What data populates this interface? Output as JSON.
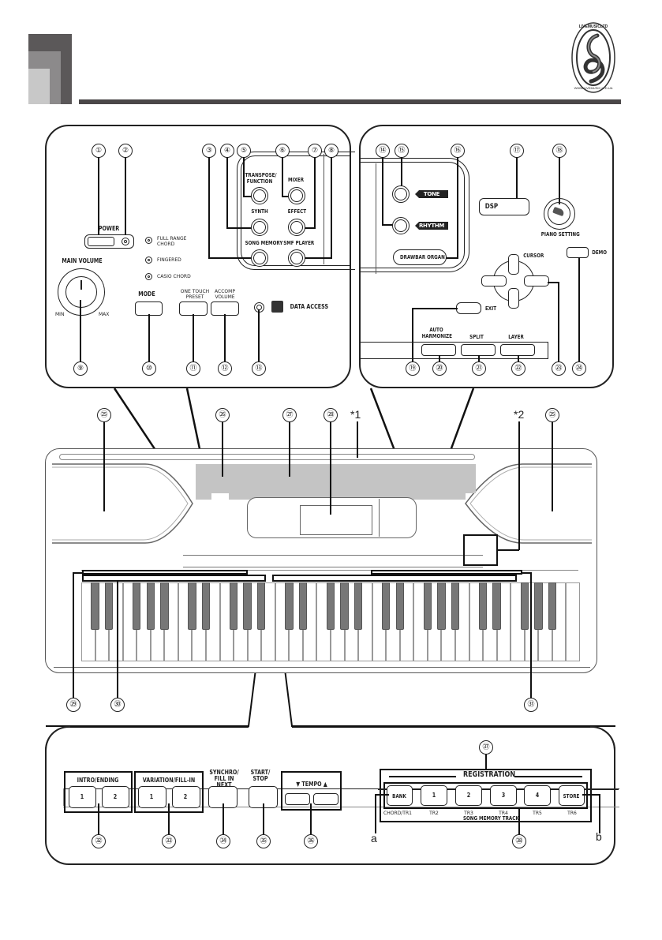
{
  "header": {
    "logo": {
      "top_text": "LIVEMUSICLTD",
      "bottom_text": "WWW.LIVEMUSIC.LTD.UA",
      "icon": "treble-clef-icon"
    },
    "colors": {
      "dark": "#5b5859",
      "mid": "#8c8a8b",
      "light": "#c8c8c8",
      "rule": "#4a4748"
    }
  },
  "left_panel": {
    "callouts": [
      "①",
      "②",
      "③",
      "④",
      "⑤",
      "⑥",
      "⑦",
      "⑧",
      "⑨",
      "⑩",
      "⑪",
      "⑫",
      "⑬"
    ],
    "power": "POWER",
    "main_volume": "MAIN VOLUME",
    "min": "MIN",
    "max": "MAX",
    "chord_modes": [
      "FULL RANGE CHORD",
      "FINGERED",
      "CASIO CHORD"
    ],
    "mode": "MODE",
    "one_touch_preset": "ONE TOUCH PRESET",
    "accomp_volume": "ACCOMP VOLUME",
    "data_access": "DATA ACCESS",
    "transpose_function": "TRANSPOSE/ FUNCTION",
    "mixer": "MIXER",
    "synth": "SYNTH",
    "effect": "EFFECT",
    "song_memory": "SONG MEMORY",
    "smf_player": "SMF PLAYER"
  },
  "right_panel": {
    "callouts": [
      "⑭",
      "⑮",
      "⑯",
      "⑰",
      "⑱",
      "⑲",
      "⑳",
      "㉑",
      "㉒",
      "㉓",
      "㉔"
    ],
    "tone": "TONE",
    "rhythm": "RHYTHM",
    "drawbar_organ": "DRAWBAR ORGAN",
    "dsp": "DSP",
    "piano_setting": "PIANO SETTING",
    "cursor": "CURSOR",
    "demo": "DEMO",
    "exit": "EXIT",
    "auto_harmonize": "AUTO HARMONIZE",
    "split": "SPLIT",
    "layer": "LAYER"
  },
  "overview": {
    "callouts": [
      "㉕",
      "㉖",
      "㉗",
      "㉘",
      "*1",
      "*2",
      "㉕",
      "㉙",
      "㉚",
      "㉛"
    ],
    "white_keys": 36
  },
  "bottom_panel": {
    "callouts": [
      "㉜",
      "㉝",
      "㉞",
      "㉟",
      "㊱",
      "㊲",
      "㊳"
    ],
    "intro_ending": "INTRO/ENDING",
    "variation_fill_in": "VARIATION/FILL-IN",
    "btn_1": "1",
    "btn_2": "2",
    "synchro_fill_in_next": "SYNCHRO/ FILL IN NEXT",
    "start_stop": "START/ STOP",
    "tempo": "▼ TEMPO ▲",
    "registration": "REGISTRATION",
    "reg_buttons": [
      "BANK",
      "1",
      "2",
      "3",
      "4",
      "STORE"
    ],
    "tracks": [
      "CHORD/TR1",
      "TR2",
      "TR3",
      "TR4",
      "TR5",
      "TR6"
    ],
    "song_memory_track": "SONG MEMORY TRACK",
    "letter_a": "a",
    "letter_b": "b"
  }
}
